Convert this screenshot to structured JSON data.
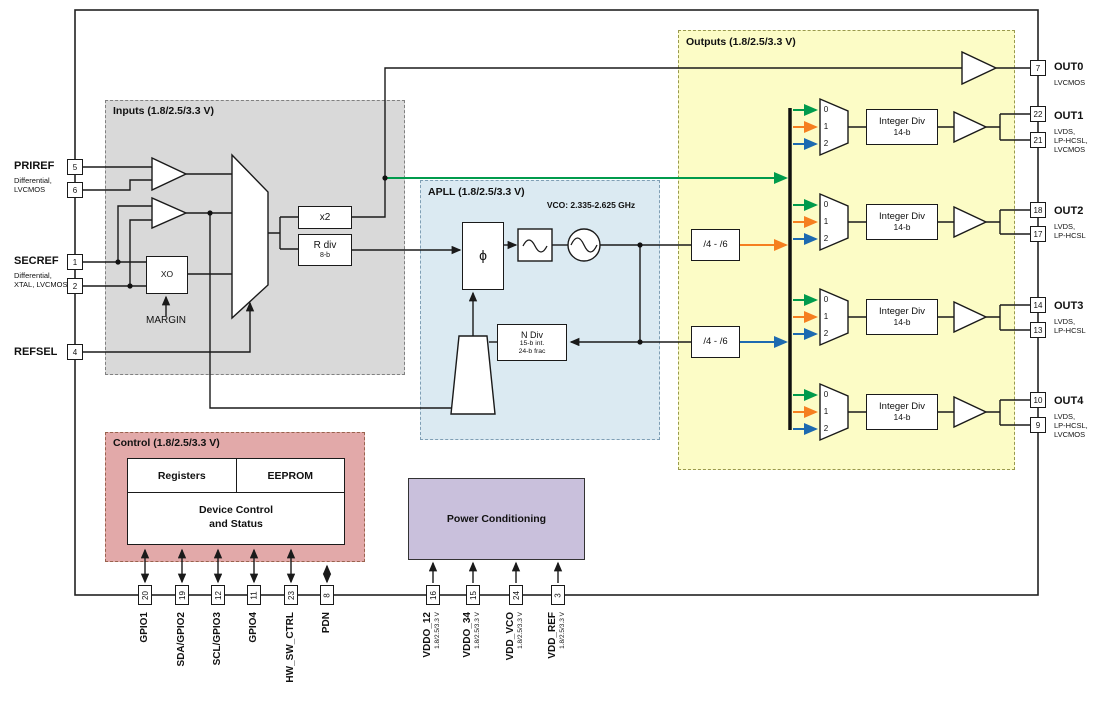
{
  "sections": {
    "inputs": "Inputs (1.8/2.5/3.3 V)",
    "apll": "APLL (1.8/2.5/3.3 V)",
    "outputs": "Outputs (1.8/2.5/3.3 V)",
    "control": "Control (1.8/2.5/3.3 V)",
    "power": "Power Conditioning"
  },
  "left": {
    "priref": {
      "name": "PRIREF",
      "sub1": "Differential,",
      "sub2": "LVCMOS",
      "pin_a": "5",
      "pin_b": "6"
    },
    "secref": {
      "name": "SECREF",
      "sub1": "Differential,",
      "sub2": "XTAL, LVCMOS",
      "pin_a": "1",
      "pin_b": "2"
    },
    "refsel": {
      "name": "REFSEL",
      "pin_a": "4"
    }
  },
  "right": {
    "out0": {
      "name": "OUT0",
      "sub1": "LVCMOS",
      "pin_a": "7"
    },
    "out1": {
      "name": "OUT1",
      "sub1": "LVDS,",
      "sub2": "LP-HCSL,",
      "sub3": "LVCMOS",
      "pin_a": "22",
      "pin_b": "21"
    },
    "out2": {
      "name": "OUT2",
      "sub1": "LVDS,",
      "sub2": "LP-HCSL",
      "pin_a": "18",
      "pin_b": "17"
    },
    "out3": {
      "name": "OUT3",
      "sub1": "LVDS,",
      "sub2": "LP-HCSL",
      "pin_a": "14",
      "pin_b": "13"
    },
    "out4": {
      "name": "OUT4",
      "sub1": "LVDS,",
      "sub2": "LP-HCSL,",
      "sub3": "LVCMOS",
      "pin_a": "10",
      "pin_b": "9"
    }
  },
  "bottom": {
    "gpio1": {
      "name": "GPIO1",
      "pin": "20"
    },
    "gpio2": {
      "name": "SDA/GPIO2",
      "pin": "19"
    },
    "gpio3": {
      "name": "SCL/GPIO3",
      "pin": "12"
    },
    "gpio4": {
      "name": "GPIO4",
      "pin": "11"
    },
    "hwsw": {
      "name": "HW_SW_CTRL",
      "pin": "23"
    },
    "pdn": {
      "name": "PDN",
      "pin": "8"
    },
    "vddo12": {
      "name": "VDDO_12",
      "sub": "1.8/2.5/3.3 V",
      "pin": "16"
    },
    "vddo34": {
      "name": "VDDO_34",
      "sub": "1.8/2.5/3.3 V",
      "pin": "15"
    },
    "vddvco": {
      "name": "VDD_VCO",
      "sub": "1.8/2.5/3.3 V",
      "pin": "24"
    },
    "vddref": {
      "name": "VDD_REF",
      "sub": "1.8/2.5/3.3 V",
      "pin": "3"
    }
  },
  "blocks": {
    "xo": "XO",
    "margin": "MARGIN",
    "x2": "x2",
    "rdiv": "R div",
    "rdiv_sub": "8-b",
    "phase": "ϕ",
    "vco": "VCO: 2.335-2.625 GHz",
    "ndiv": "N Div",
    "ndiv_sub1": "15-b int.",
    "ndiv_sub2": "24-b frac",
    "div46": "/4 - /6",
    "intdiv": "Integer Div",
    "intdiv_sub": "14-b",
    "registers": "Registers",
    "eeprom": "EEPROM",
    "devctl1": "Device Control",
    "devctl2": "and Status",
    "mux0": "0",
    "mux1": "1",
    "mux2": "2"
  },
  "colors": {
    "green": "#009b4c",
    "orange": "#f57f20",
    "blue": "#1d6ab0",
    "inputs_bg": "#d9d9d9",
    "apll_bg": "#dbeaf2",
    "outputs_bg": "#fcfcc6",
    "control_bg": "#e2a9a9",
    "power_bg": "#c9c0dc"
  }
}
